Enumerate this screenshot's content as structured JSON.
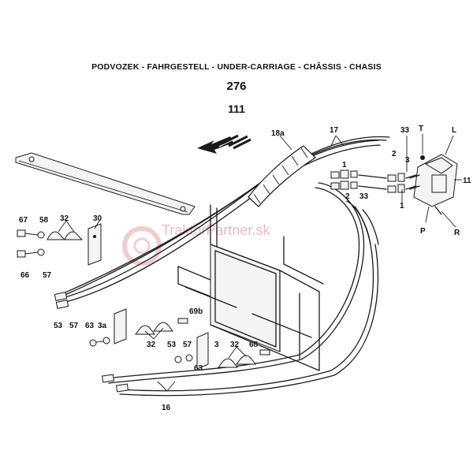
{
  "header": {
    "title": "PODVOZEK - FAHRGESTELL - UNDER-CARRIAGE - CHÂSSIS - CHASIS",
    "page_number": "276",
    "figure_number": "111"
  },
  "watermark": {
    "text": "TraktorPartner.sk"
  },
  "callouts": {
    "c18a": "18a",
    "c17": "17",
    "c33_top": "33",
    "cT": "T",
    "cL": "L",
    "c2_top": "2",
    "c3_top": "3",
    "c1_top": "1",
    "c11": "11",
    "c2_mid": "2",
    "c33_mid": "33",
    "c1_mid": "1",
    "cP": "P",
    "cR": "R",
    "c67": "67",
    "c58": "58",
    "c32_left": "32",
    "c30": "30",
    "c66": "66",
    "c57_left": "57",
    "c69b": "69b",
    "c53_a": "53",
    "c57_a": "57",
    "c63_a": "63",
    "c3a": "3a",
    "c32_mid": "32",
    "c53_b": "53",
    "c57_b": "57",
    "c3_b": "3",
    "c63_b": "63",
    "c32_right": "32",
    "c68": "68",
    "c16": "16"
  }
}
